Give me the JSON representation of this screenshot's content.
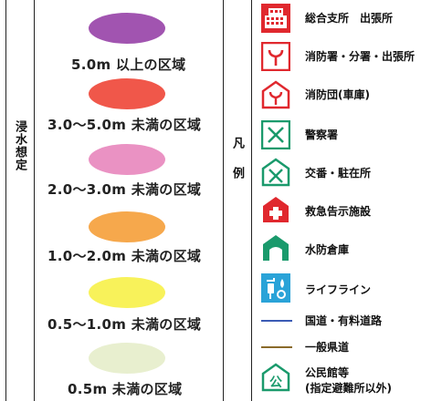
{
  "flood_section": {
    "title": "浸水想定",
    "levels": [
      {
        "label": "5.0m 以上の区域",
        "color": "#a154b0"
      },
      {
        "label": "3.0～5.0m 未満の区域",
        "color": "#f0574a"
      },
      {
        "label": "2.0～3.0m 未満の区域",
        "color": "#ea92c3"
      },
      {
        "label": "1.0～2.0m 未満の区域",
        "color": "#f6a84c"
      },
      {
        "label": "0.5～1.0m 未満の区域",
        "color": "#f8f25a"
      },
      {
        "label": "0.5m 未満の区域",
        "color": "#e8efcf"
      }
    ]
  },
  "legend_section": {
    "title": "凡例",
    "items": [
      {
        "label": "総合支所　出張所",
        "icon": "municipal-office-icon",
        "color": "#e0282e"
      },
      {
        "label": "消防署・分署・出張所",
        "icon": "fire-station-icon",
        "color": "#e0282e"
      },
      {
        "label": "消防団(車庫)",
        "icon": "fire-brigade-icon",
        "color": "#e0282e"
      },
      {
        "label": "警察署",
        "icon": "police-station-icon",
        "color": "#1a9a6c"
      },
      {
        "label": "交番・駐在所",
        "icon": "police-box-icon",
        "color": "#1a9a6c"
      },
      {
        "label": "救急告示施設",
        "icon": "emergency-hospital-icon",
        "color": "#e0282e"
      },
      {
        "label": "水防倉庫",
        "icon": "flood-warehouse-icon",
        "color": "#1a9a6c"
      },
      {
        "label": "ライフライン",
        "icon": "lifeline-icon",
        "color": "#2aa3d8"
      },
      {
        "label": "国道・有料道路",
        "icon": "national-road-line",
        "color": "#3b5bb5"
      },
      {
        "label": "一般県道",
        "icon": "prefectural-road-line",
        "color": "#8a6a2a"
      },
      {
        "label": "公民館等",
        "sublabel": "(指定避難所以外)",
        "icon": "community-center-icon",
        "color": "#1a9a6c",
        "icon_text": "公"
      }
    ]
  }
}
